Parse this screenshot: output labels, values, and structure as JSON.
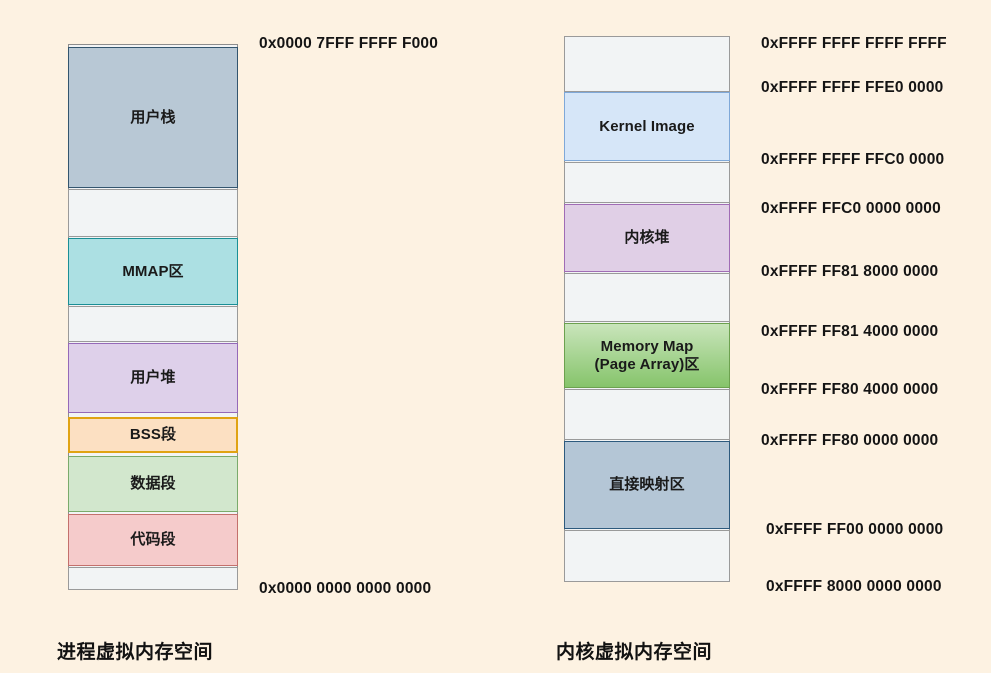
{
  "background_color": "#fdf2e2",
  "process_diagram": {
    "caption": "进程虚拟内存空间",
    "top_address": "0x0000 7FFF FFFF F000",
    "bottom_address": "0x0000 0000 0000 0000",
    "blocks": [
      {
        "label": "用户栈",
        "color": "#b8c8d5",
        "border": "#33556e"
      },
      {
        "label": "",
        "color": "#f2f4f5",
        "border": "#9a9a9a"
      },
      {
        "label": "MMAP区",
        "color": "#ace0e3",
        "border": "#1a8f96"
      },
      {
        "label": "",
        "color": "#f2f4f5",
        "border": "#9a9a9a"
      },
      {
        "label": "用户堆",
        "color": "#ded0ea",
        "border": "#9569b8"
      },
      {
        "label": "BSS段",
        "color": "#fce0c2",
        "border": "#e0a313"
      },
      {
        "label": "数据段",
        "color": "#d2e7cd",
        "border": "#7aab6b"
      },
      {
        "label": "代码段",
        "color": "#f5cbcb",
        "border": "#c4706c"
      },
      {
        "label": "",
        "color": "#f2f4f5",
        "border": "#9a9a9a"
      }
    ]
  },
  "kernel_diagram": {
    "caption": "内核虚拟内存空间",
    "blocks": [
      {
        "label": "",
        "color": "#f2f4f5",
        "border": "#9a9a9a"
      },
      {
        "label": "Kernel Image",
        "color": "#d6e6f8",
        "border": "#7fa8d8"
      },
      {
        "label": "",
        "color": "#f2f4f5",
        "border": "#9a9a9a"
      },
      {
        "label": "内核堆",
        "color": "#e0cfe6",
        "border": "#a06cb5"
      },
      {
        "label": "",
        "color": "#f2f4f5",
        "border": "#9a9a9a"
      },
      {
        "label": "Memory Map\n(Page Array)区",
        "color": "#86c46b",
        "border": "#6ca14f"
      },
      {
        "label": "",
        "color": "#f2f4f5",
        "border": "#9a9a9a"
      },
      {
        "label": "直接映射区",
        "color": "#b4c6d6",
        "border": "#2d5a7e"
      },
      {
        "label": "",
        "color": "#f2f4f5",
        "border": "#9a9a9a"
      }
    ],
    "memory_map_line1": "Memory Map",
    "memory_map_line2": "(Page Array)区",
    "addresses": [
      "0xFFFF FFFF FFFF FFFF",
      "0xFFFF FFFF FFE0 0000",
      "0xFFFF FFFF FFC0 0000",
      "0xFFFF FFC0 0000 0000",
      "0xFFFF FF81 8000 0000",
      "0xFFFF FF81 4000 0000",
      "0xFFFF FF80 4000 0000",
      "0xFFFF FF80 0000 0000",
      "0xFFFF FF00 0000 0000",
      "0xFFFF 8000 0000 0000"
    ]
  }
}
